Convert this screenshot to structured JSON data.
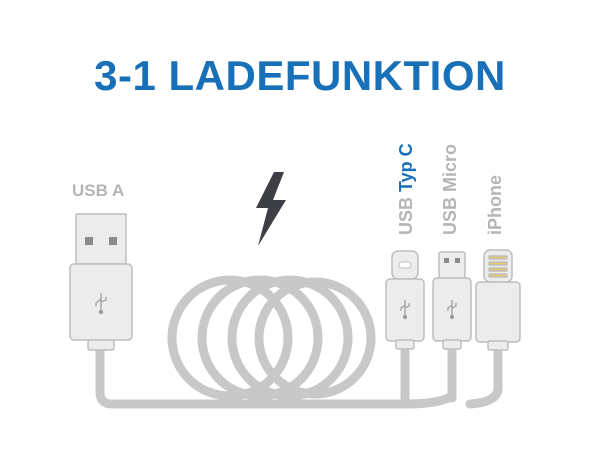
{
  "title": "3-1 LADEFUNKTION",
  "labels": {
    "usb_a": "USB A",
    "usb_typ_c_prefix": "USB ",
    "usb_typ_c_highlight": "Typ C",
    "usb_micro": "USB Micro",
    "iphone": "iPhone"
  },
  "colors": {
    "title": "#1770b8",
    "label_gray": "#b5b5b5",
    "highlight_blue": "#1770b8",
    "cable": "#c8c8c8",
    "connector_fill": "#ececec",
    "connector_stroke": "#bdbdbd",
    "bolt": "#3e3e45"
  },
  "icons": {
    "bolt": "lightning-bolt-icon",
    "usb_symbol": "usb-symbol-icon"
  }
}
